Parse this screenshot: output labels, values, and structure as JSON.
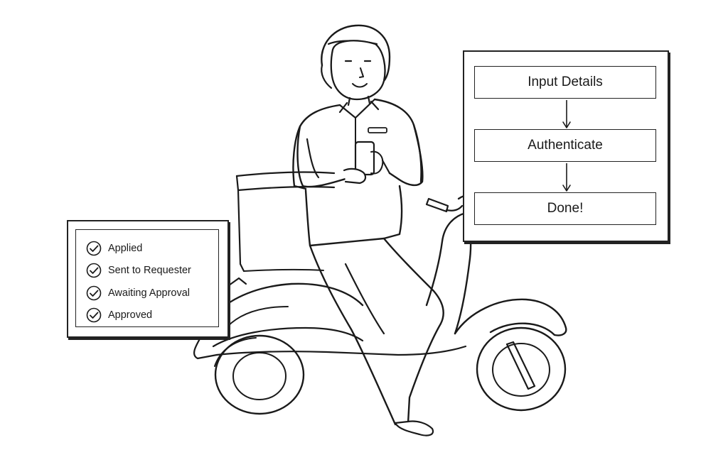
{
  "status_card": {
    "items": [
      {
        "label": "Applied"
      },
      {
        "label": "Sent to Requester"
      },
      {
        "label": "Awaiting Approval"
      },
      {
        "label": "Approved"
      }
    ]
  },
  "flow_card": {
    "steps": [
      {
        "label": "Input Details"
      },
      {
        "label": "Authenticate"
      },
      {
        "label": "Done!"
      }
    ]
  },
  "colors": {
    "ink": "#1a1a1a",
    "background": "#ffffff"
  }
}
